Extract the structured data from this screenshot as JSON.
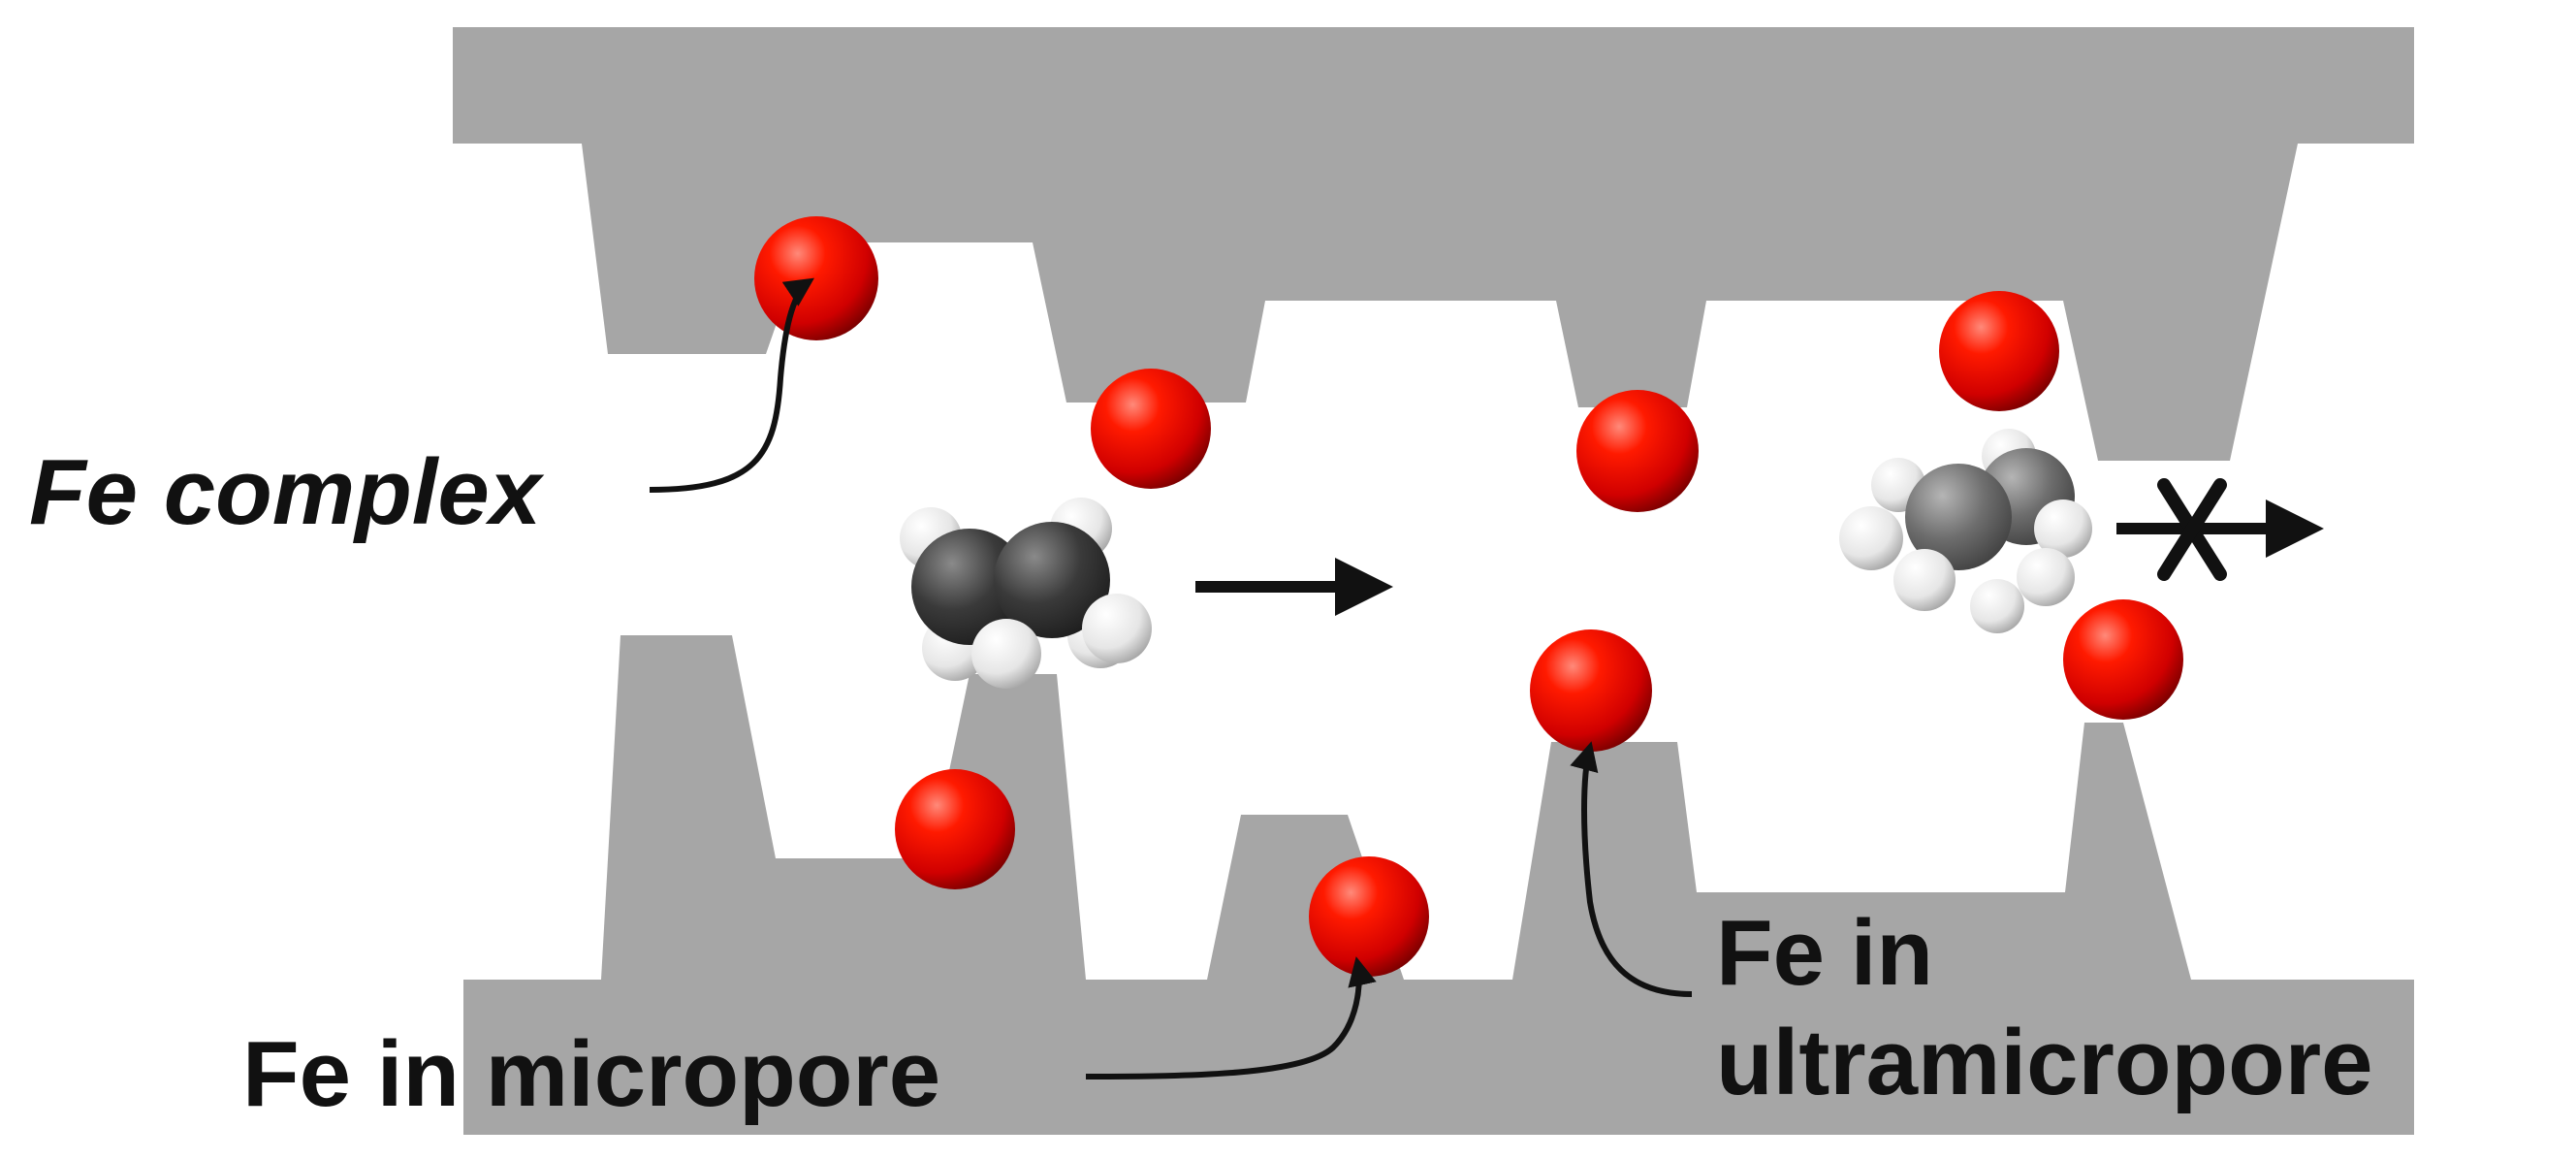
{
  "labels": {
    "fe_complex": "Fe complex",
    "fe_micropore": "Fe in micropore",
    "fe_ultra_line1": "Fe in",
    "fe_ultra_line2": "ultramicropore"
  },
  "colors": {
    "wall": "#a6a6a6",
    "background": "#ffffff",
    "fe_sphere": "#e00000",
    "carbon_dark": "#3a3a3a",
    "carbon_gray": "#6e6e6e",
    "hydrogen": "#eeeeee",
    "text": "#111111"
  },
  "icons": {
    "passing_molecule": "ethylene-molecule-icon",
    "blocked_molecule": "ethane-molecule-icon",
    "pass_arrow": "arrow-right-icon",
    "blocked_arrow": "blocked-arrow-icon"
  }
}
